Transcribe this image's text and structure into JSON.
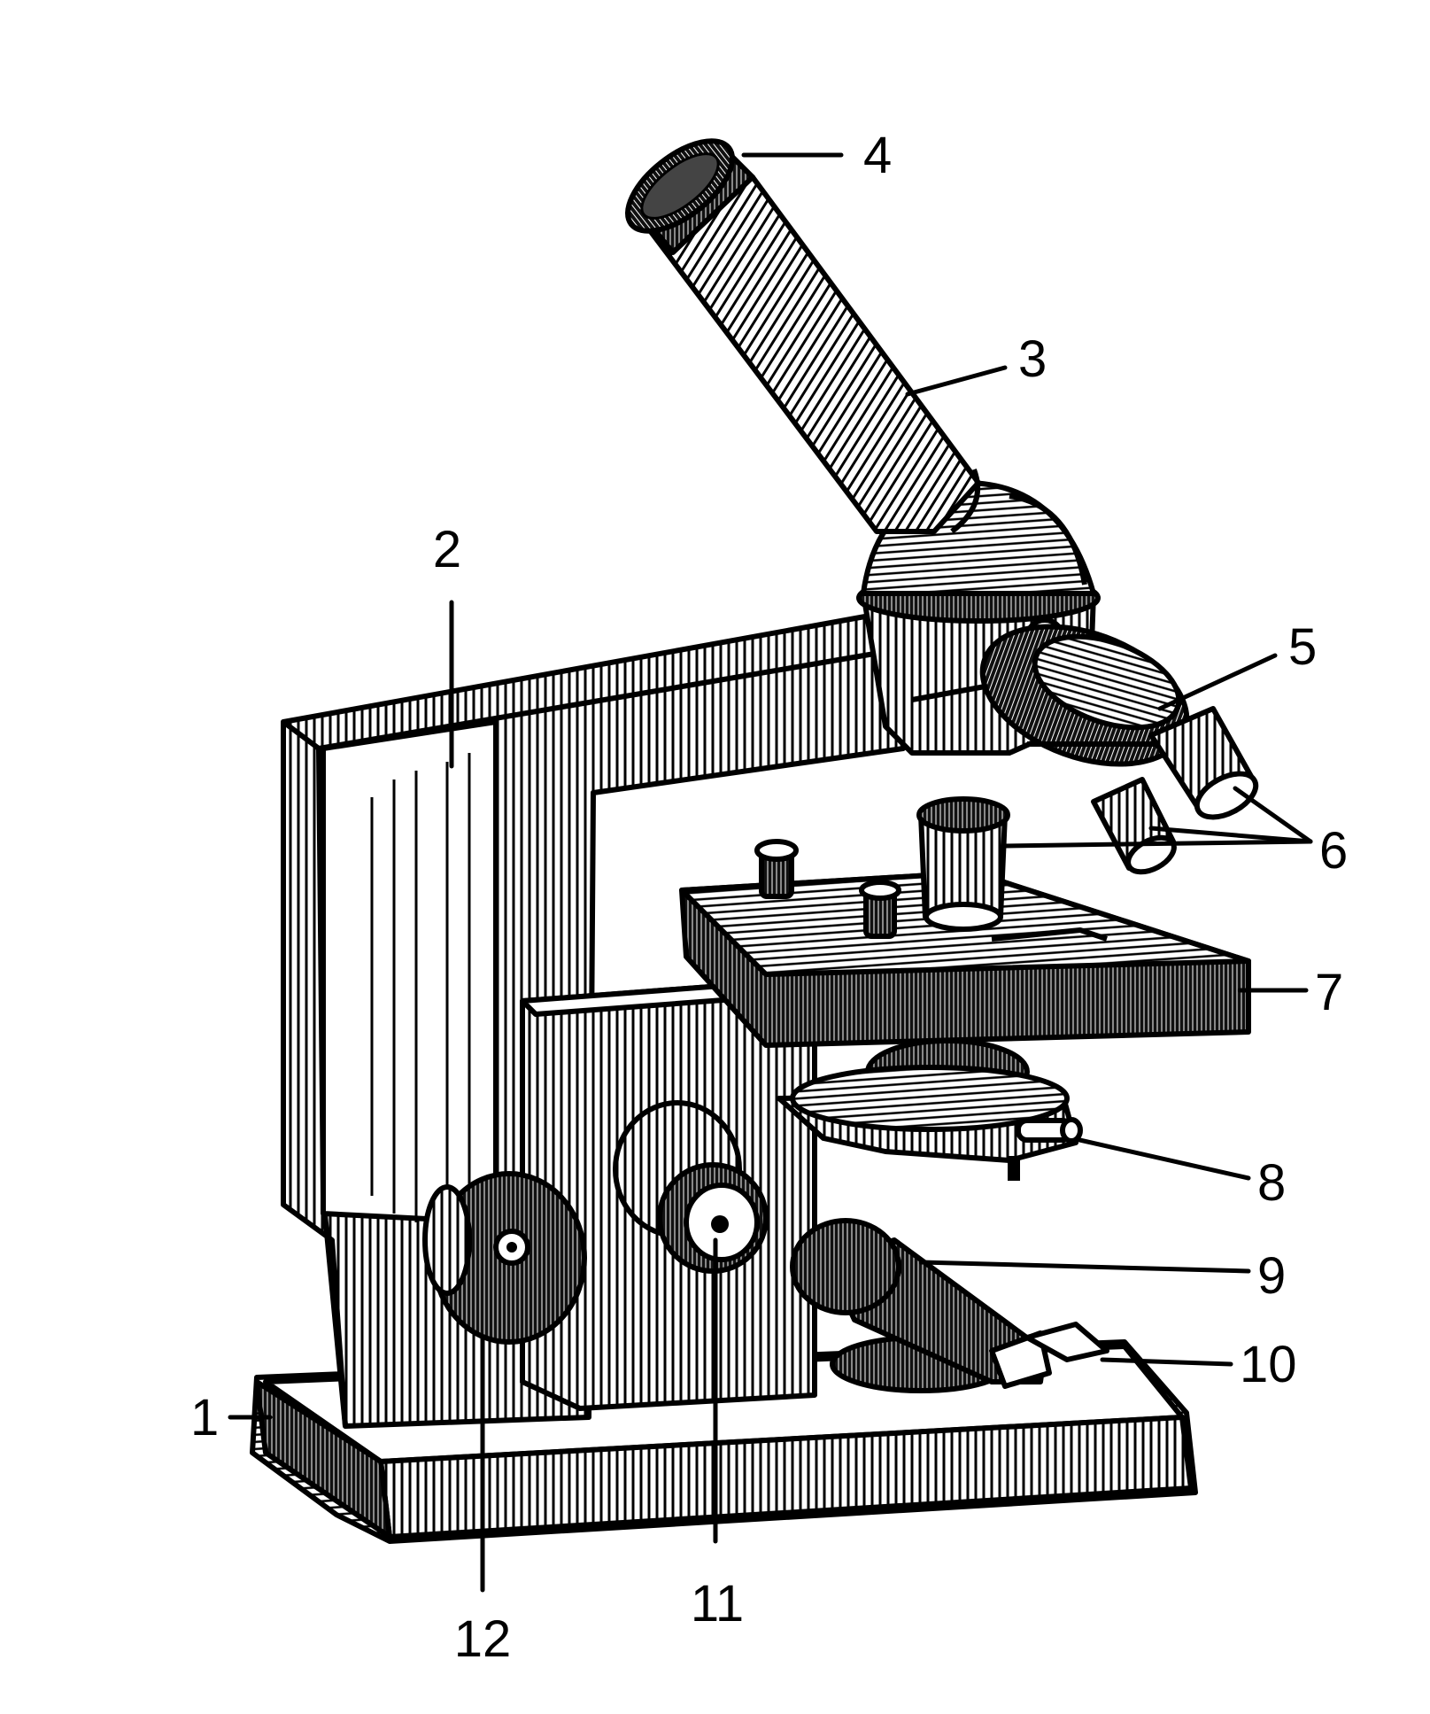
{
  "diagram": {
    "subject": "monocular light microscope (line drawing)",
    "ink_color": "#000000",
    "paper_color": "#ffffff",
    "labels": [
      {
        "id": "base",
        "text": "1"
      },
      {
        "id": "arm",
        "text": "2"
      },
      {
        "id": "tube",
        "text": "3"
      },
      {
        "id": "eyepiece",
        "text": "4"
      },
      {
        "id": "revolver",
        "text": "5"
      },
      {
        "id": "objectives",
        "text": "6"
      },
      {
        "id": "stage",
        "text": "7"
      },
      {
        "id": "condenser",
        "text": "8"
      },
      {
        "id": "mirror-lamp",
        "text": "9"
      },
      {
        "id": "mirror-foot",
        "text": "10"
      },
      {
        "id": "fine-focus",
        "text": "11"
      },
      {
        "id": "coarse-focus",
        "text": "12"
      }
    ]
  }
}
